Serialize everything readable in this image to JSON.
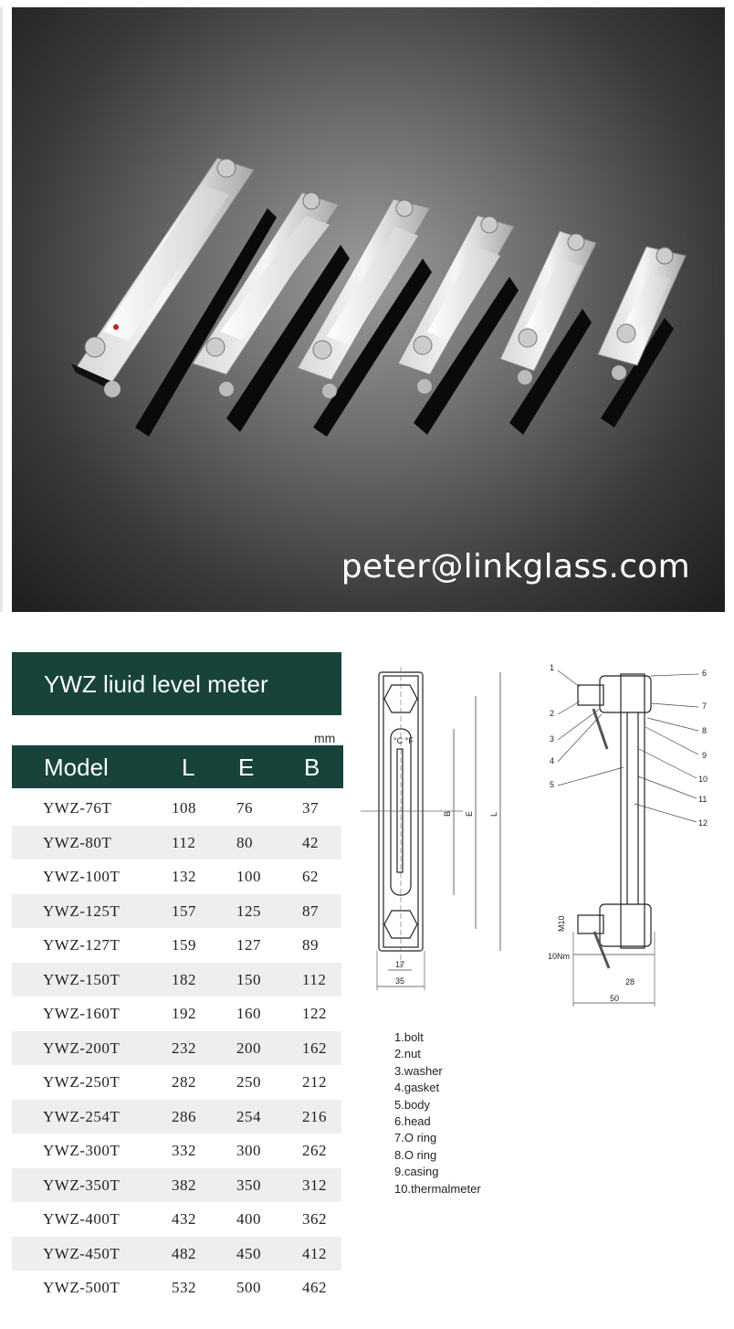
{
  "email": "peter@linkglass.com",
  "title": "YWZ liuid level meter",
  "unit": "mm",
  "headers": [
    "Model",
    "L",
    "E",
    "B"
  ],
  "rows": [
    [
      "YWZ-76T",
      "108",
      "76",
      "37"
    ],
    [
      "YWZ-80T",
      "112",
      "80",
      "42"
    ],
    [
      "YWZ-100T",
      "132",
      "100",
      "62"
    ],
    [
      "YWZ-125T",
      "157",
      "125",
      "87"
    ],
    [
      "YWZ-127T",
      "159",
      "127",
      "89"
    ],
    [
      "YWZ-150T",
      "182",
      "150",
      "112"
    ],
    [
      "YWZ-160T",
      "192",
      "160",
      "122"
    ],
    [
      "YWZ-200T",
      "232",
      "200",
      "162"
    ],
    [
      "YWZ-250T",
      "282",
      "250",
      "212"
    ],
    [
      "YWZ-254T",
      "286",
      "254",
      "216"
    ],
    [
      "YWZ-300T",
      "332",
      "300",
      "262"
    ],
    [
      "YWZ-350T",
      "382",
      "350",
      "312"
    ],
    [
      "YWZ-400T",
      "432",
      "400",
      "362"
    ],
    [
      "YWZ-450T",
      "482",
      "450",
      "412"
    ],
    [
      "YWZ-500T",
      "532",
      "500",
      "462"
    ]
  ],
  "parts": [
    "1.bolt",
    "2.nut",
    "3.washer",
    "4.gasket",
    "5.body",
    "6.head",
    "7.O ring",
    "8.O ring",
    "9.casing",
    "10.thermalmeter"
  ],
  "drawing": {
    "front_labels": {
      "l": "L",
      "e": "E",
      "b": "B",
      "w17": "17",
      "w35": "35",
      "scale": "°C  °F"
    },
    "side_labels": {
      "m10": "M10",
      "torque": "10Nm",
      "w28": "28",
      "w50": "50",
      "callouts": [
        "1",
        "2",
        "3",
        "4",
        "5",
        "6",
        "7",
        "8",
        "9",
        "10",
        "11",
        "12"
      ]
    }
  }
}
